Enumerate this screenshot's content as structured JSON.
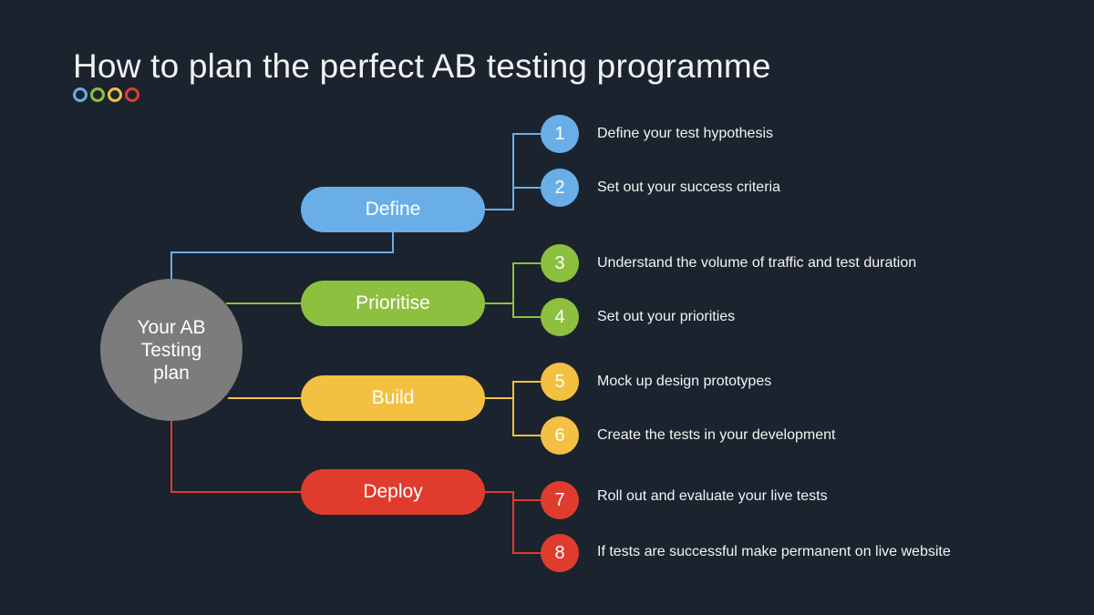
{
  "title": "How to plan the perfect AB testing programme",
  "logo_colors": [
    "#6aaee8",
    "#8dc03f",
    "#f3c042",
    "#e03c2e"
  ],
  "hub": {
    "label": "Your AB\nTesting\nplan",
    "color": "#7c7c7c"
  },
  "stages": [
    {
      "label": "Define",
      "color": "#6aaee8",
      "steps": [
        {
          "num": "1",
          "text": "Define your test hypothesis"
        },
        {
          "num": "2",
          "text": "Set out your success criteria"
        }
      ]
    },
    {
      "label": "Prioritise",
      "color": "#8dc03f",
      "steps": [
        {
          "num": "3",
          "text": "Understand the volume of traffic and test duration"
        },
        {
          "num": "4",
          "text": "Set out your priorities"
        }
      ]
    },
    {
      "label": "Build",
      "color": "#f3c042",
      "steps": [
        {
          "num": "5",
          "text": "Mock up design prototypes"
        },
        {
          "num": "6",
          "text": "Create the tests in your development"
        }
      ]
    },
    {
      "label": "Deploy",
      "color": "#e03c2e",
      "steps": [
        {
          "num": "7",
          "text": "Roll out and evaluate your live tests"
        },
        {
          "num": "8",
          "text": "If tests are successful make permanent on live website"
        }
      ]
    }
  ]
}
